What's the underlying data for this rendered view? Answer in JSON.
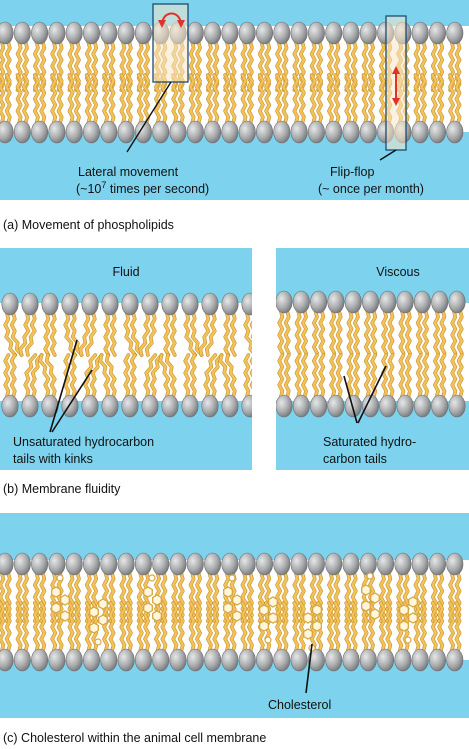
{
  "panel_a": {
    "lateral_label_1": "Lateral movement",
    "lateral_label_2_prefix": "(~10",
    "lateral_label_2_exp": "7",
    "lateral_label_2_suffix": " times per second)",
    "flipflop_label_1": "Flip-flop",
    "flipflop_label_2": "(~ once per month)",
    "caption": "(a) Movement of phospholipids"
  },
  "panel_b": {
    "fluid_title": "Fluid",
    "viscous_title": "Viscous",
    "unsat_label_1": "Unsaturated hydrocarbon",
    "unsat_label_2": "tails with kinks",
    "sat_label_1": "Saturated hydro-",
    "sat_label_2": "carbon tails",
    "caption": "(b) Membrane fluidity"
  },
  "panel_c": {
    "cholesterol_label": "Cholesterol",
    "caption": "(c) Cholesterol within the animal cell membrane"
  },
  "colors": {
    "water": "#7dd3ee",
    "head": "#a9abad",
    "tail": "#f3c35b",
    "tail_edge": "#c8902a",
    "arrow": "#e0322c",
    "highlight_box": "#1c4a72"
  }
}
